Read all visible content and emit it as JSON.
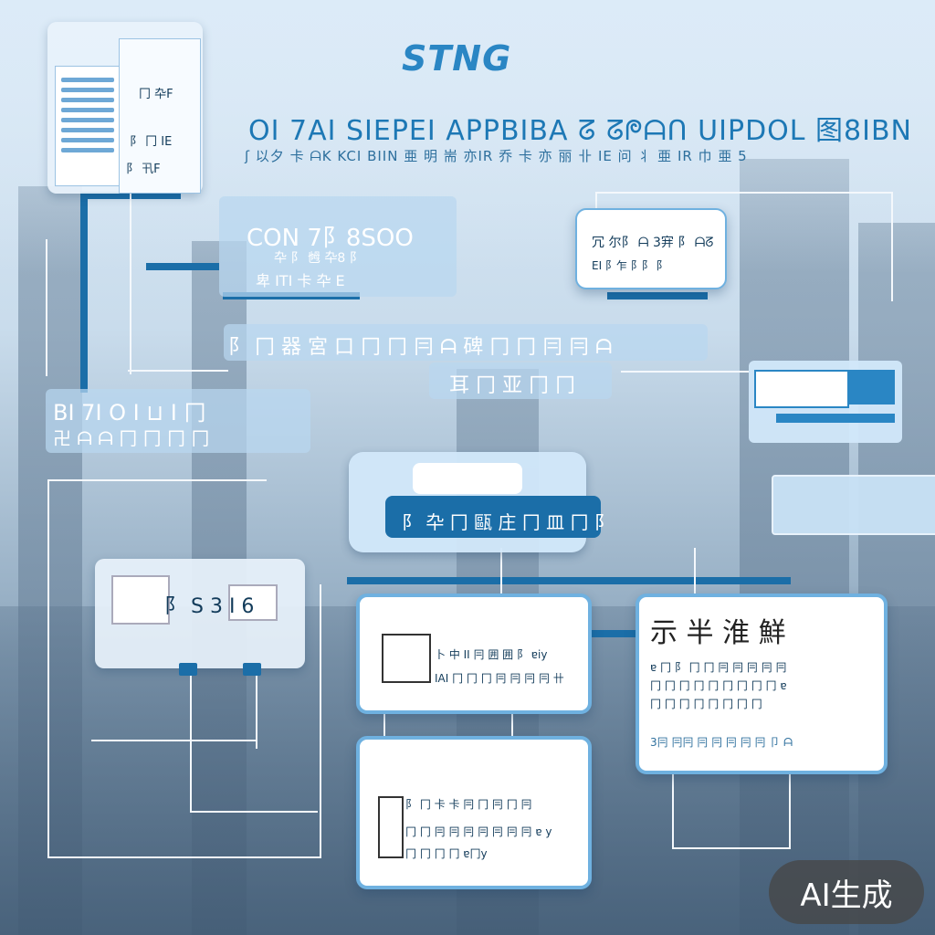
{
  "header": {
    "logo": "STNG",
    "headline": "OI 7AI SIEPEI  APPBIBA  ᘔ ᘔᖘᗩᑎ  UIPDOL 图8IBN",
    "subline": "ʃ 以夕 卡 ᗩK KCI BIIN 亜 明 耑 亦IR 乔 卡 亦 丽 卝 IE 问 丬 亜 IR 巾 亜 5"
  },
  "panels": {
    "top_center": {
      "line1": "CON 7阝8SOO",
      "line2": "卆 阝 乸 卆8 阝",
      "line3": "卑 ITI 卡 卆 E"
    },
    "top_right": {
      "line1": "冗 尔阝 ᗩ 3宑 阝 ᗩᘔ",
      "line2": "EI 阝乍 阝阝 阝 "
    },
    "top_left": {
      "line1": "冂 卆F",
      "line2": "阝 冂 IE",
      "line3": "阝 卂F"
    },
    "banner": "阝 冂 器 宮 口 冂 冂 冃 ᗩ 碑 冂 冂 冃 冃 ᗩ",
    "sub_banner": "耳 冂 亚 冂 冂",
    "left_board": {
      "line1": "BI 7I O I ⊔ I 冂",
      "line2": "卍 ᗩ ᗩ 冂 冂 冂 冂"
    },
    "center_label": "阝 卆 冂 甌 庄 冂 皿 冂 阝",
    "left_mid_label": "阝 S 3 I 6",
    "card_a": {
      "line1": "卜 中 II 冃 囲 囲 阝 ɐiy",
      "line2": "IAI 冂 冂 冂 冃 冃 冃 冃 卄"
    },
    "card_b": {
      "title": "示 半 淮 鮮",
      "line1": "ɐ 冂 阝 冂 冂 冃 冃 冃 冃 冃",
      "line2": "冂 冂 冂 冂 冂 冂 冂 冂 冂 ɐ",
      "line3": "冂 冂 冂 冂 冂 冂 冂 冂",
      "line4": "3冃 冃冃 冃 冃 冃 冃 冃 卩 ᗩ"
    },
    "card_c": {
      "line1": "阝 冂 卡 卡 冃 冂 冃 冂 冃",
      "line2": "冂 冂 冃 冃 冃 冃 冃 冃 冃 ɐ y",
      "line3": "冂 冂 冂 冂 ɐ冂y"
    }
  },
  "badge": "AI生成",
  "colors": {
    "accent": "#1b6ea8",
    "card_border": "#6fb1e0"
  }
}
